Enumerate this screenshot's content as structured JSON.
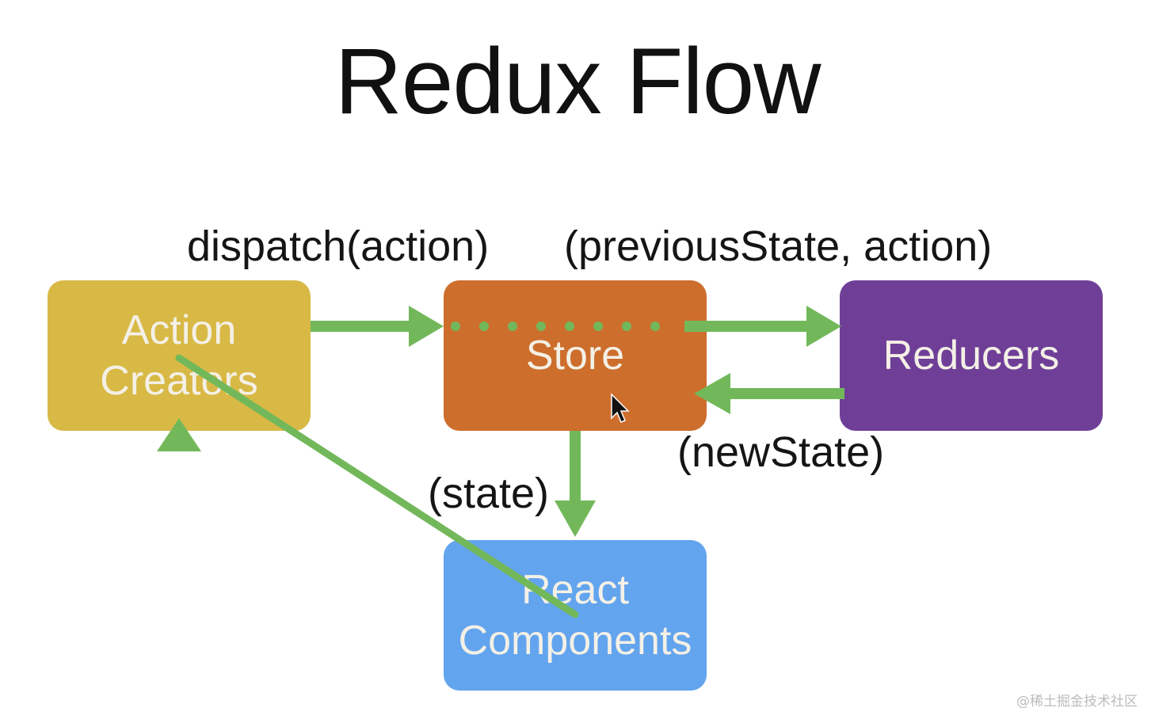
{
  "diagram": {
    "title": "Redux Flow",
    "nodes": {
      "action_creators": {
        "line1": "Action",
        "line2": "Creators",
        "color": "#d8b945"
      },
      "store": {
        "label": "Store",
        "color": "#cd6e2d"
      },
      "reducers": {
        "label": "Reducers",
        "color": "#6f3f98"
      },
      "react_components": {
        "line1": "React",
        "line2": "Components",
        "color": "#63a4ee"
      }
    },
    "edges": {
      "dispatch": "dispatch(action)",
      "previous_state": "(previousState, action)",
      "new_state": "(newState)",
      "state": "(state)"
    },
    "arrow_color": "#72b85a",
    "cursor_icon": "mouse-pointer-icon"
  },
  "watermark": "@稀土掘金技术社区"
}
